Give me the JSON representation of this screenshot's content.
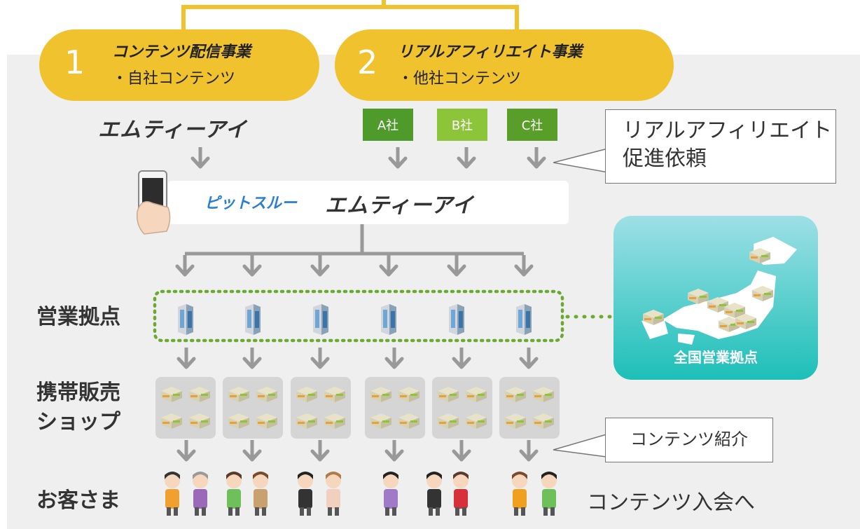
{
  "tracks": [
    {
      "number": "1",
      "title": "コンテンツ配信事業",
      "sub": "・自社コンテンツ"
    },
    {
      "number": "2",
      "title": "リアルアフィリエイト事業",
      "sub": "・他社コンテンツ"
    }
  ],
  "brand_logo": "エムティーアイ",
  "pitthru_logo": "ピットスルー",
  "companies": [
    {
      "label": "A社",
      "color": "#4e9a2a"
    },
    {
      "label": "B社",
      "color": "#8cc43a"
    },
    {
      "label": "C社",
      "color": "#5a9e2a"
    }
  ],
  "callouts": {
    "affiliate": {
      "line1": "リアルアフィリエイト",
      "line2": "促進依頼"
    },
    "content_intro": "コンテンツ紹介"
  },
  "labels": {
    "sales_base": "営業拠点",
    "shop_line1": "携帯販売",
    "shop_line2": "ショップ",
    "customers": "お客さま",
    "join": "コンテンツ入会へ",
    "nationwide": "全国営業拠点"
  },
  "colors": {
    "pill": "#f0c22e",
    "panel": "#efefef",
    "arrow": "#999999",
    "dotted": "#6aaa2e",
    "map_top": "#9ee0e6",
    "map_bottom": "#1dbfb8"
  }
}
